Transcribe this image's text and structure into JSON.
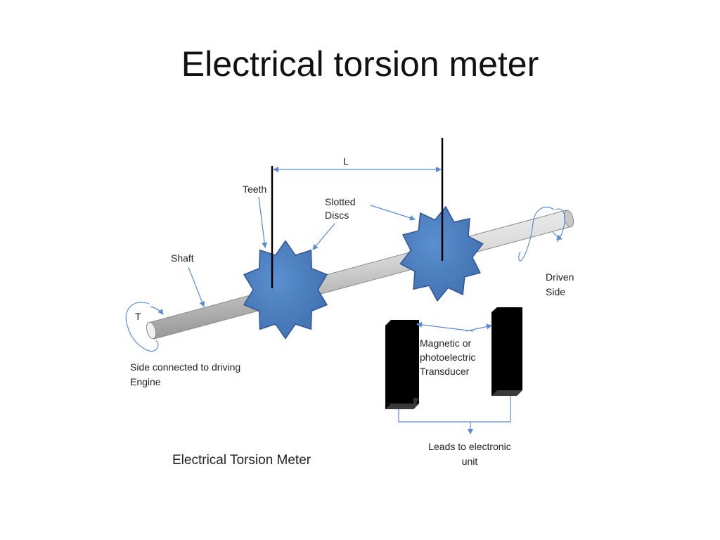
{
  "slide": {
    "title": "Electrical torsion meter"
  },
  "labels": {
    "L": "L",
    "teeth": "Teeth",
    "slotted_line1": "Slotted",
    "slotted_line2": "Discs",
    "shaft": "Shaft",
    "torque": "T",
    "driven_line1": "Driven",
    "driven_line2": "Side",
    "drive_side_line1": "Side connected to driving",
    "drive_side_line2": "Engine",
    "transducer_line1": "Magnetic or",
    "transducer_line2": "photoelectric",
    "transducer_line3": "Transducer",
    "leads_line1": "Leads to electronic",
    "leads_line2": "unit",
    "caption": "Electrical  Torsion Meter"
  },
  "colors": {
    "disc_fill": "#4f81bd",
    "disc_stroke": "#2f5597",
    "arrow": "#5b8bd6",
    "shaft_light": "#f2f2f2",
    "shaft_dark": "#9a9a9a",
    "transducer": "#000000"
  }
}
